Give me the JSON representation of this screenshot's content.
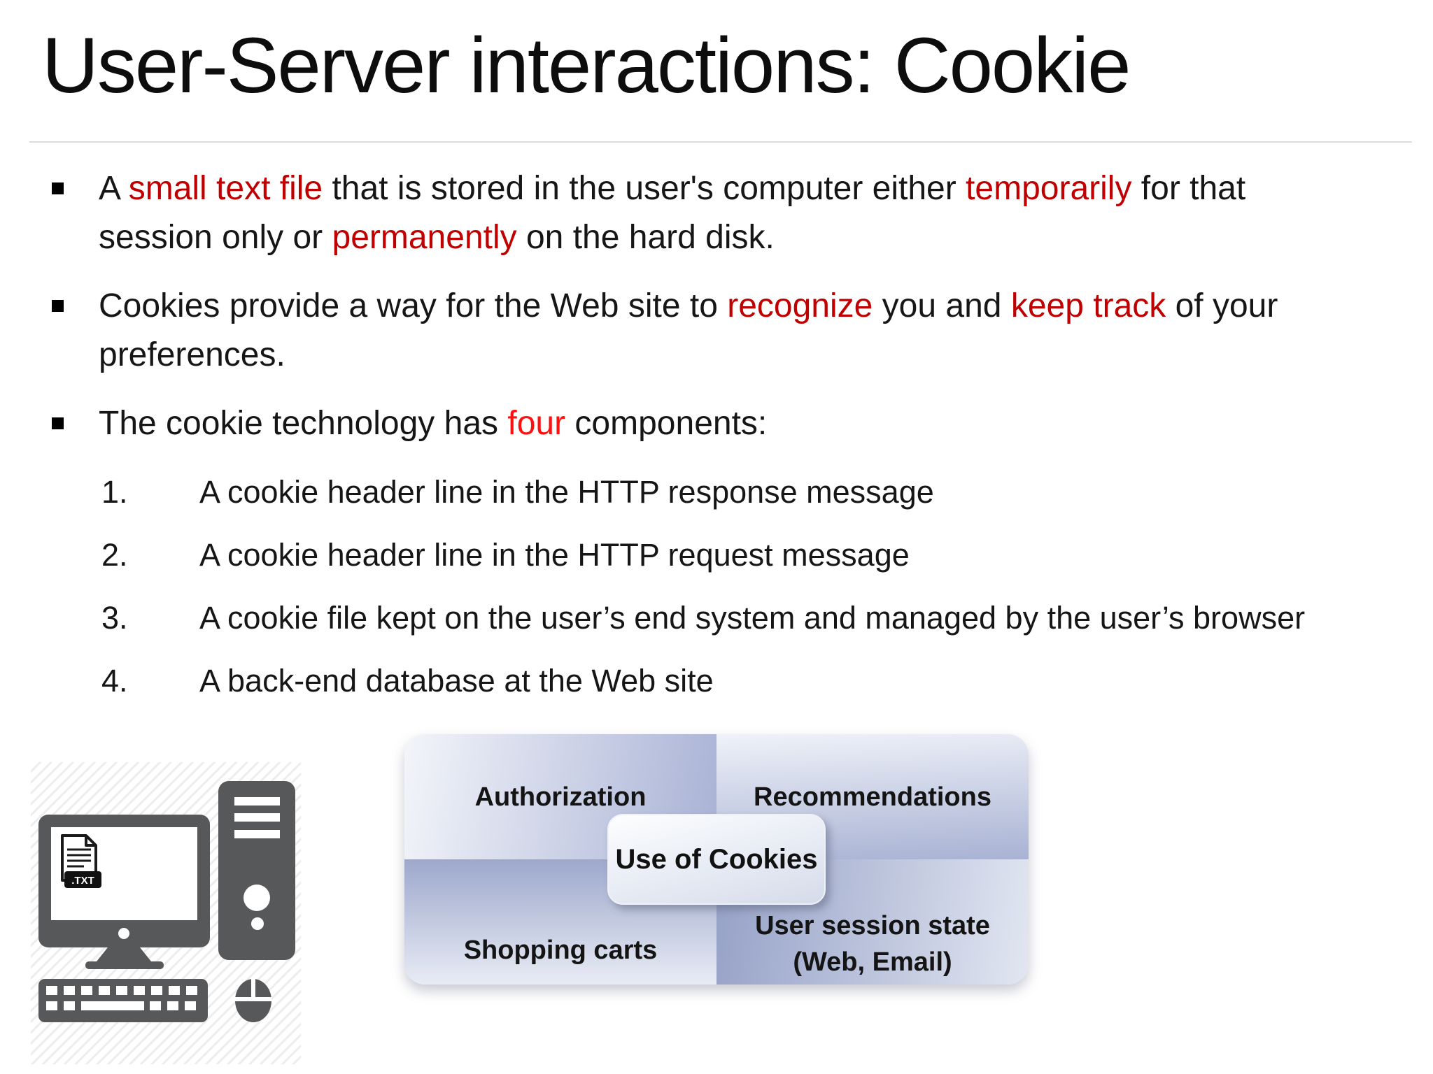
{
  "colors": {
    "red-dark": "#c00000",
    "red-bright": "#ff1010",
    "icon-gray": "#57585a",
    "title-color": "#0d0d0d",
    "rule-color": "#dcdcdc"
  },
  "title": "User-Server interactions: Cookie",
  "bullets": [
    {
      "lines": [
        {
          "segs": [
            {
              "t": "A ",
              "c": ""
            },
            {
              "t": "small text file",
              "c": "hl-dark"
            },
            {
              "t": " that is stored in the user's computer either ",
              "c": ""
            },
            {
              "t": "temporarily",
              "c": "hl-dark"
            },
            {
              "t": " for that",
              "c": ""
            }
          ]
        },
        {
          "segs": [
            {
              "t": "session only or ",
              "c": ""
            },
            {
              "t": "permanently",
              "c": "hl-dark"
            },
            {
              "t": " on the hard disk.",
              "c": ""
            }
          ]
        }
      ]
    },
    {
      "lines": [
        {
          "segs": [
            {
              "t": "Cookies provide a way for the Web site to ",
              "c": ""
            },
            {
              "t": "recognize",
              "c": "hl-dark"
            },
            {
              "t": " you and ",
              "c": ""
            },
            {
              "t": "keep track",
              "c": "hl-dark"
            },
            {
              "t": " of your",
              "c": ""
            }
          ]
        },
        {
          "segs": [
            {
              "t": "preferences.",
              "c": ""
            }
          ]
        }
      ]
    },
    {
      "lines": [
        {
          "segs": [
            {
              "t": "The cookie technology has ",
              "c": ""
            },
            {
              "t": "four",
              "c": "hl-bright"
            },
            {
              "t": " components:",
              "c": ""
            }
          ]
        }
      ]
    }
  ],
  "list": [
    {
      "num": "1.",
      "text": "A cookie header line in the HTTP response message"
    },
    {
      "num": "2.",
      "text": "A cookie header line in the HTTP request message"
    },
    {
      "num": "3.",
      "text": "A cookie file kept on the user’s end system and managed by the user’s browser"
    },
    {
      "num": "4.",
      "text": "A back-end database at the Web site"
    }
  ],
  "diagram": {
    "center_label": "Use of Cookies",
    "quadrant_tl": "Authorization",
    "quadrant_tr": "Recommendations",
    "quadrant_bl": "Shopping carts",
    "quadrant_br": "User session state\n(Web, Email)"
  },
  "computer_icon": {
    "file_label": ".TXT"
  }
}
